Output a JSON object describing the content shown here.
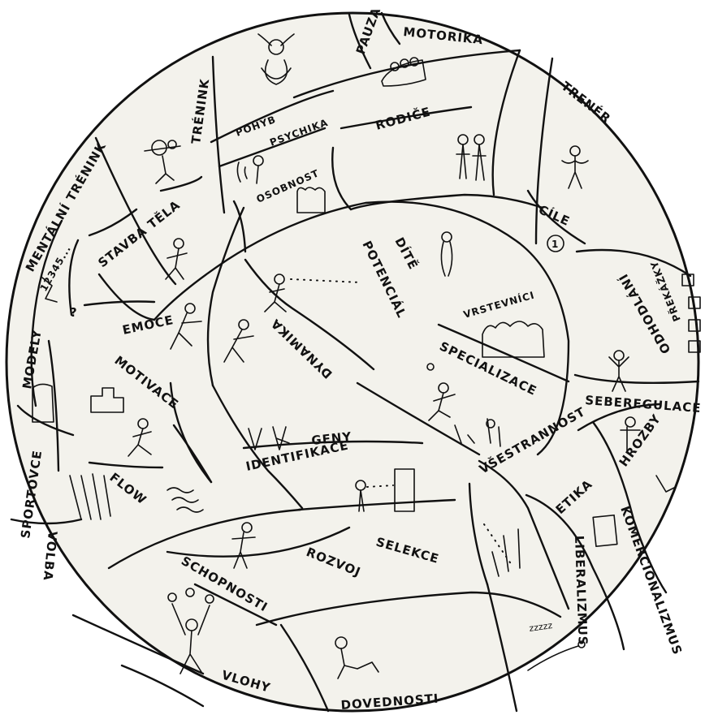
{
  "labels": {
    "pauza": "PAUZA",
    "motorika": "MOTORIKA",
    "trenink": "TRÉNINK",
    "pohyb": "POHYB",
    "psychika": "PSYCHIKA",
    "rodice": "RODIČE",
    "trener": "TRENÉR",
    "mentalni_trenink": "MENTÁLNÍ TRÉNINK",
    "stavba_tela": "STAVBA TĚLA",
    "osobnost": "OSOBNOST",
    "cile": "CÍLE",
    "cile_number": "1",
    "counting": "12345...",
    "question": "?",
    "dite": "DÍTĚ",
    "potencial": "POTENCIÁL",
    "odhodlani": "ODHODLÁNÍ",
    "prekazky": "PŘEKÁŽKY",
    "emoce": "EMOCE",
    "dynamika": "DYNAMIKA",
    "vrstevnici": "VRSTEVNÍCI",
    "modely": "MODELY",
    "motivace": "MOTIVACE",
    "specializace": "SPECIALIZACE",
    "seberegulace": "SEBEREGULACE",
    "geny": "GENY",
    "identifikace": "IDENTIFIKACE",
    "vsestrannost": "VŠESTRANNOST",
    "sportovce": "SPORTOVCE",
    "volba": "VOLBA",
    "flow": "FLOW",
    "etika": "ETIKA",
    "hrozby": "HROZBY",
    "komercionalizmus": "KOMERCIONALIZMUS",
    "selekce": "SELEKCE",
    "rozvoj": "ROZVOJ",
    "liberalizmus": "LIBERALIZMUS",
    "schopnosti": "SCHOPNOSTI",
    "zzzzz": "zzzzz",
    "vlohy": "VLOHY",
    "dovednosti": "DOVEDNOSTI"
  },
  "colors": {
    "ink": "#111111",
    "plate": "#f3f2ec",
    "background": "#ffffff"
  }
}
